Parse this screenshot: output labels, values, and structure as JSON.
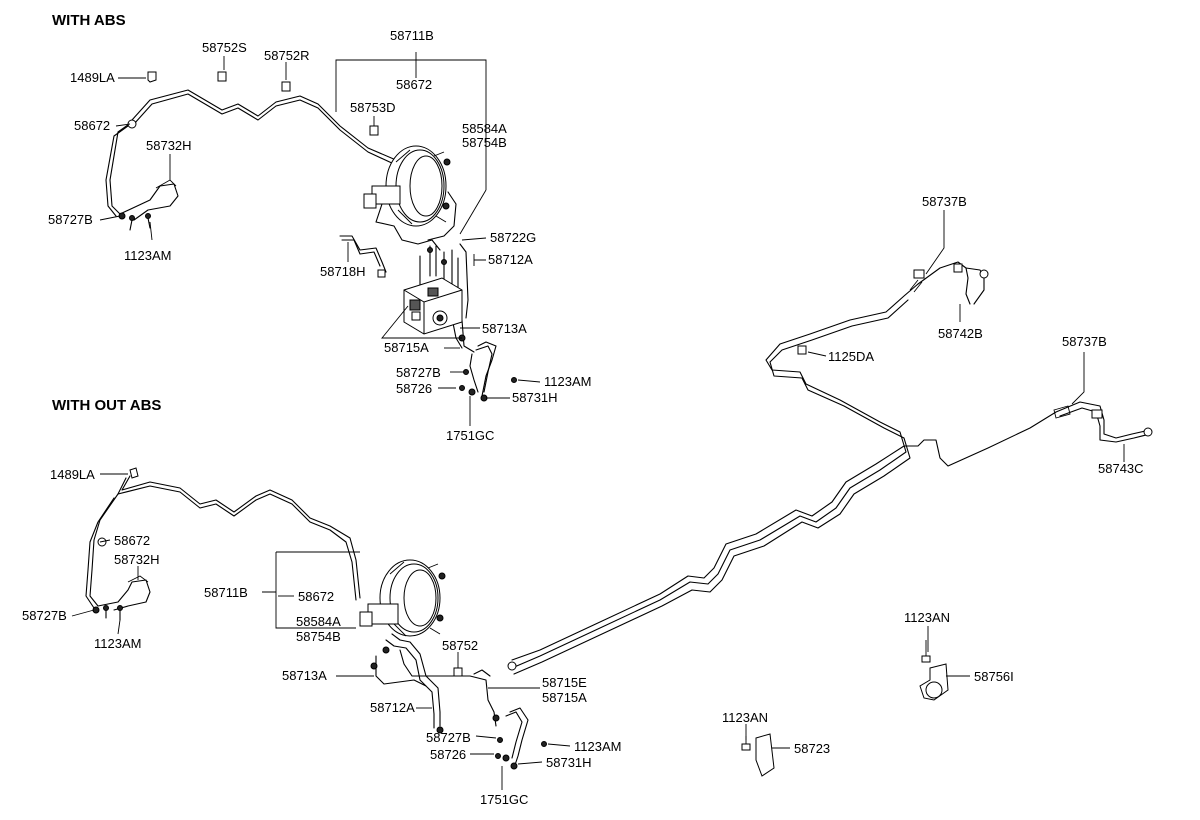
{
  "sections": {
    "with_abs": "WITH ABS",
    "without_abs": "WITH OUT  ABS"
  },
  "labels": {
    "a_1489LA": "1489LA",
    "a_58752S": "58752S",
    "a_58752R": "58752R",
    "a_58711B": "58711B",
    "a_58672_top": "58672",
    "a_58753D": "58753D",
    "a_58584A": "58584A",
    "a_58754B": "58754B",
    "a_58672_left": "58672",
    "a_58732H": "58732H",
    "a_58727B": "58727B",
    "a_1123AM": "1123AM",
    "a_58718H": "58718H",
    "a_58722G": "58722G",
    "a_58712A": "58712A",
    "a_58713A": "58713A",
    "a_58715A": "58715A",
    "a_58727B_2": "58727B",
    "a_58726": "58726",
    "a_1123AM_2": "1123AM",
    "a_58731H": "58731H",
    "a_1751GC": "1751GC",
    "r_58737B_1": "58737B",
    "r_58742B": "58742B",
    "r_1125DA": "1125DA",
    "r_58737B_2": "58737B",
    "r_58743C": "58743C",
    "b_1489LA": "1489LA",
    "b_58672_left": "58672",
    "b_58732H": "58732H",
    "b_58727B": "58727B",
    "b_1123AM": "1123AM",
    "b_58711B": "58711B",
    "b_58672_box": "58672",
    "b_58584A": "58584A",
    "b_58754B": "58754B",
    "b_58752": "58752",
    "b_58713A": "58713A",
    "b_58715E": "58715E",
    "b_58715A": "58715A",
    "b_58712A": "58712A",
    "b_58727B_2": "58727B",
    "b_1123AM_2": "1123AM",
    "b_58726": "58726",
    "b_58731H": "58731H",
    "b_1751GC": "1751GC",
    "c_1123AN_1": "1123AN",
    "c_58756I": "58756I",
    "c_1123AN_2": "1123AN",
    "c_58723": "58723"
  }
}
